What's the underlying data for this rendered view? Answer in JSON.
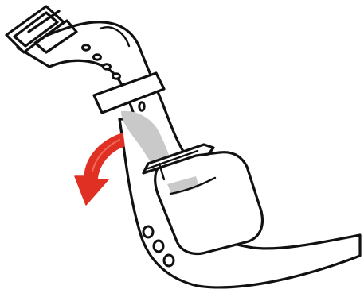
{
  "illustration": {
    "subject": "watch-strap-removal",
    "icons": {
      "buckle": "buckle-icon",
      "strap_loop": "strap-loop-icon",
      "watch_body": "watch-body-icon",
      "rotate_arrow": "rotate-arrow-icon"
    },
    "colors": {
      "line": "#111111",
      "shadow": "#c9c9c9",
      "arrow": "#e03024",
      "background": "#ffffff"
    },
    "strap_holes_upper": 5,
    "strap_holes_lower": 3
  }
}
